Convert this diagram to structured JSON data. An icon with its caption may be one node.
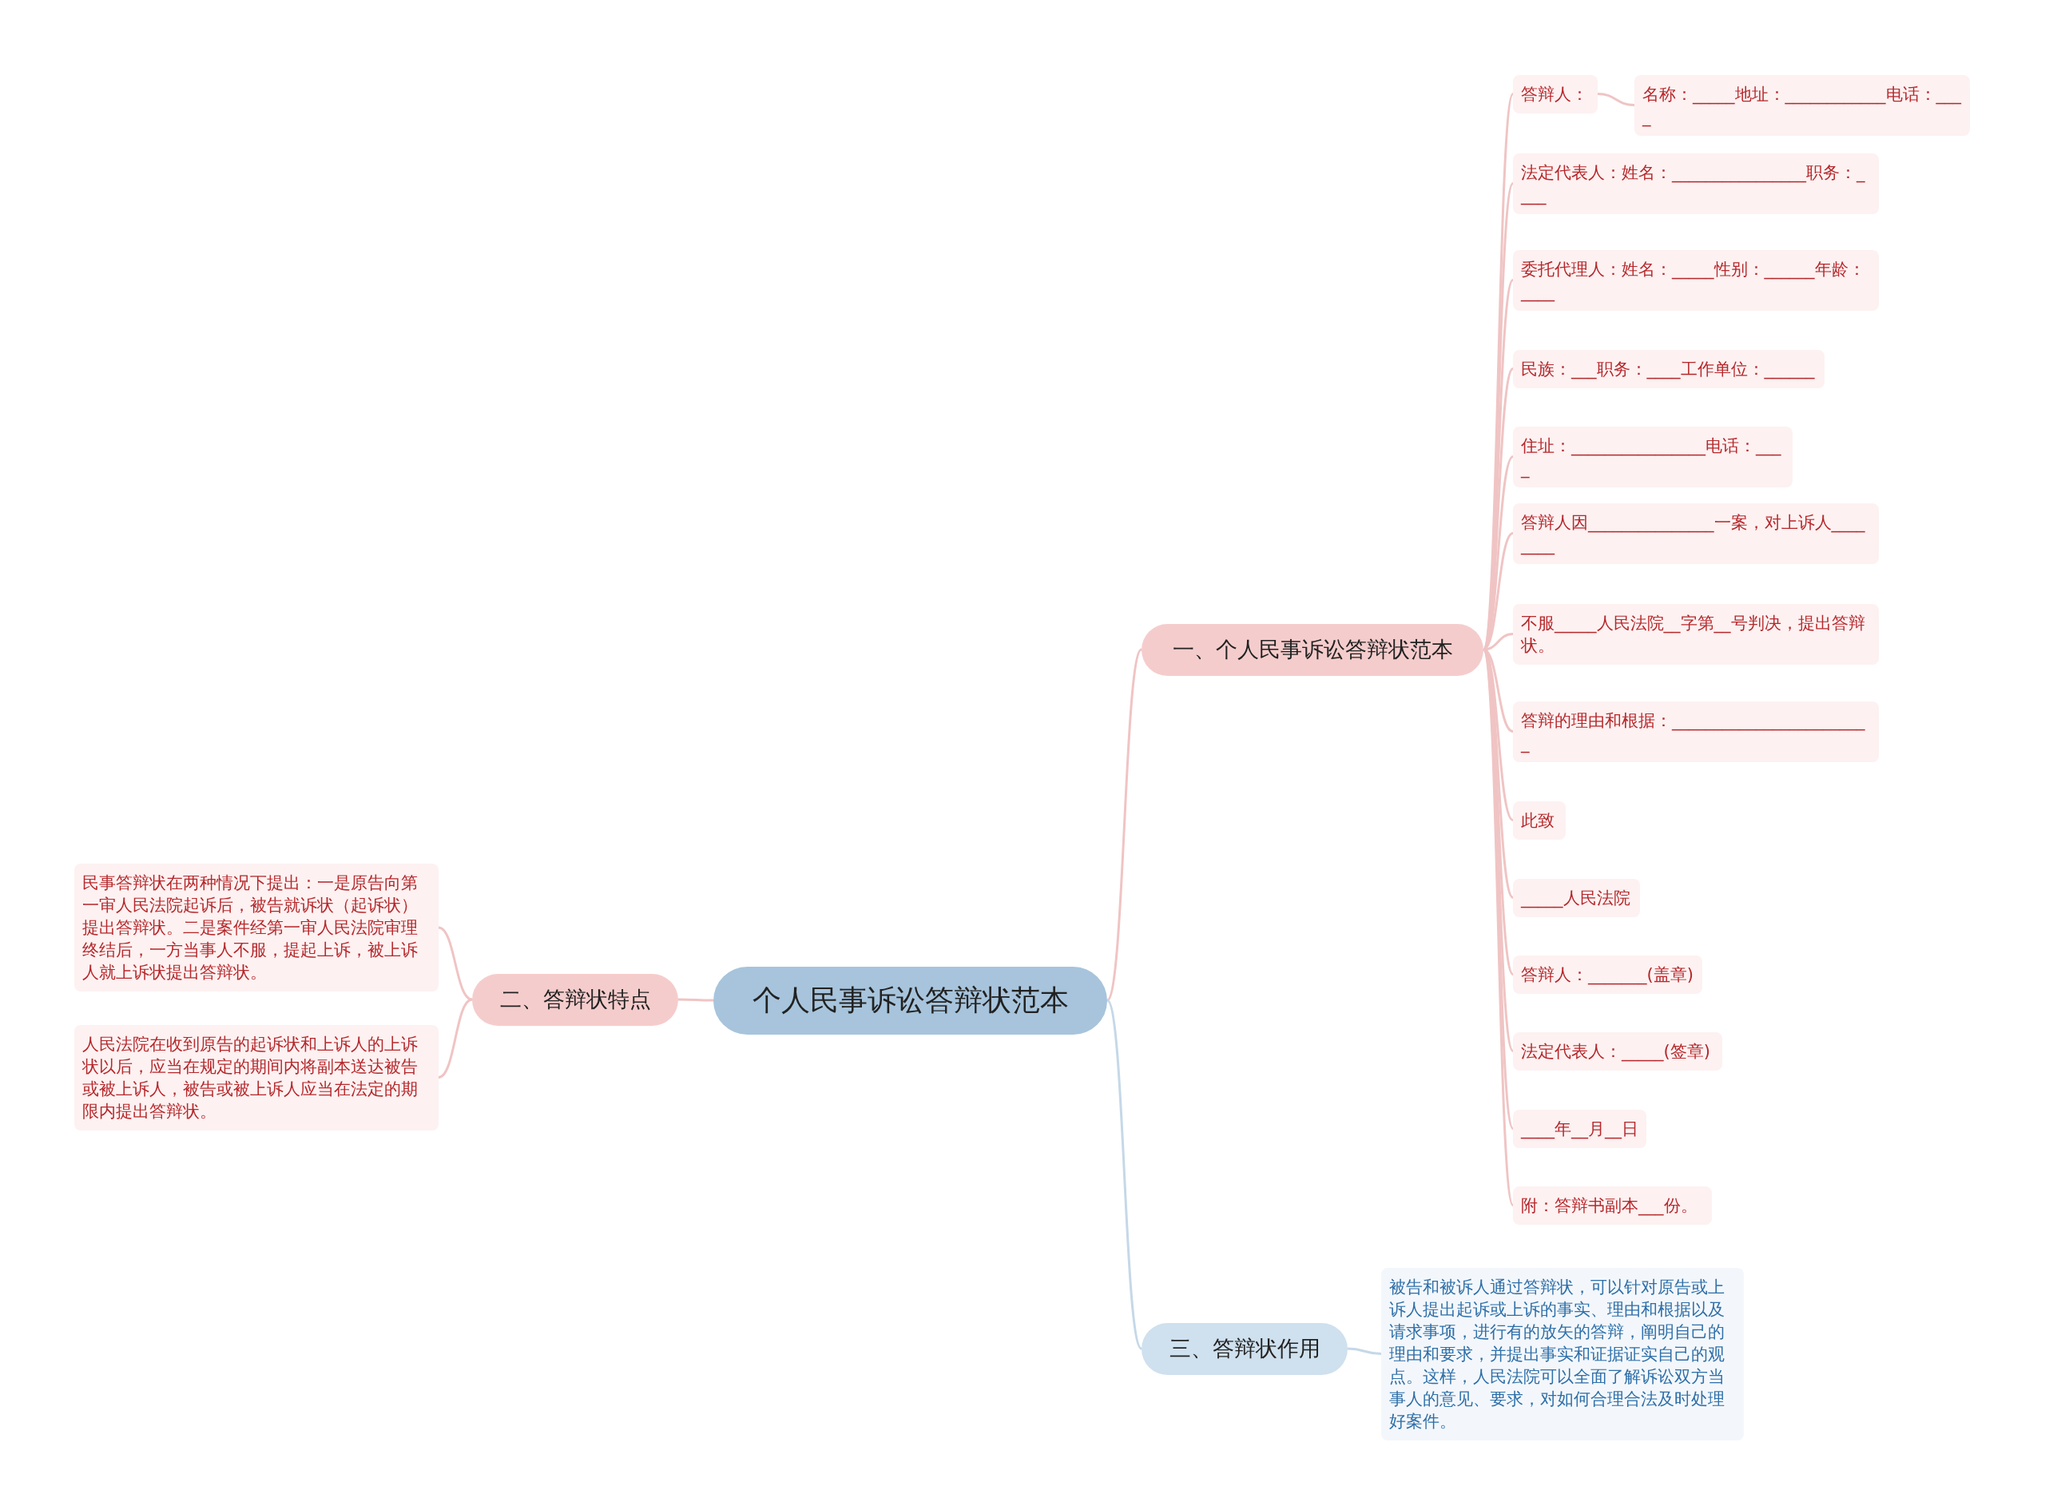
{
  "diagram": {
    "nodes": [
      {
        "text": [
          "个人民事诉讼答辩状范本"
        ]
      },
      {
        "text": [
          "一、个人民事诉讼答辩状范本"
        ]
      },
      {
        "text": [
          "答辩人："
        ]
      },
      {
        "text": [
          "名称：_____地址：____________电话：____"
        ]
      },
      {
        "text": [
          "法定代表人：姓名：________________职务：____"
        ]
      },
      {
        "text": [
          "委托代理人：姓名：_____性别：______年龄：____"
        ]
      },
      {
        "text": [
          "民族：___职务：____工作单位：______"
        ]
      },
      {
        "text": [
          "住址：________________电话：____"
        ]
      },
      {
        "text": [
          "答辩人因_______________一案，对上诉人________"
        ]
      },
      {
        "text": [
          "不服_____人民法院__字第__号判决，提出答辩状。"
        ]
      },
      {
        "text": [
          "答辩的理由和根据：________________________"
        ]
      },
      {
        "text": [
          "此致"
        ]
      },
      {
        "text": [
          "_____人民法院"
        ]
      },
      {
        "text": [
          "答辩人：_______(盖章)"
        ]
      },
      {
        "text": [
          "法定代表人：_____(签章)"
        ]
      },
      {
        "text": [
          "____年__月__日"
        ]
      },
      {
        "text": [
          "附：答辩书副本___份。"
        ]
      },
      {
        "text": [
          "二、答辩状特点"
        ]
      },
      {
        "text": [
          "民事答辩状在两种情况下提出：一是原告向第一审人民法院起诉后，被告就诉状（起诉状）提出答辩状。二是案件经第一审人民法院审理终结后，一方当事人不服，提起上诉，被上诉人就上诉状提出答辩状。"
        ]
      },
      {
        "text": [
          "人民法院在收到原告的起诉状和上诉人的上诉状以后，应当在规定的期间内将副本送达被告或被上诉人，被告或被上诉人应当在法定的期限内提出答辩状。"
        ]
      },
      {
        "text": [
          "三、答辩状作用"
        ]
      },
      {
        "text": [
          "被告和被诉人通过答辩状，可以针对原告或上诉人提出起诉或上诉的事实、理由和根据以及请求事项，进行有的放矢的答辩，阐明自己的理由和要求，并提出事实和证据证实自己的观点。这样，人民法院可以全面了解诉讼双方当事人的意见、要求，对如何合理合法及时处理好案件。"
        ]
      }
    ],
    "edges": [
      {
        "from": 0,
        "to": 1,
        "arrow": "none"
      },
      {
        "from": 1,
        "to": 2,
        "arrow": "none"
      },
      {
        "from": 2,
        "to": 3,
        "arrow": "none"
      },
      {
        "from": 1,
        "to": 4,
        "arrow": "none"
      },
      {
        "from": 1,
        "to": 5,
        "arrow": "none"
      },
      {
        "from": 1,
        "to": 6,
        "arrow": "none"
      },
      {
        "from": 1,
        "to": 7,
        "arrow": "none"
      },
      {
        "from": 1,
        "to": 8,
        "arrow": "none"
      },
      {
        "from": 1,
        "to": 9,
        "arrow": "none"
      },
      {
        "from": 1,
        "to": 10,
        "arrow": "none"
      },
      {
        "from": 1,
        "to": 11,
        "arrow": "none"
      },
      {
        "from": 1,
        "to": 12,
        "arrow": "none"
      },
      {
        "from": 1,
        "to": 13,
        "arrow": "none"
      },
      {
        "from": 1,
        "to": 14,
        "arrow": "none"
      },
      {
        "from": 1,
        "to": 15,
        "arrow": "none"
      },
      {
        "from": 1,
        "to": 16,
        "arrow": "none"
      },
      {
        "from": 0,
        "to": 17,
        "arrow": "none"
      },
      {
        "from": 17,
        "to": 18,
        "arrow": "none"
      },
      {
        "from": 17,
        "to": 19,
        "arrow": "none"
      },
      {
        "from": 0,
        "to": 20,
        "arrow": "none",
        "color": "#c5d8e8"
      },
      {
        "from": 20,
        "to": 21,
        "arrow": "none",
        "color": "#c5d8e8"
      }
    ]
  }
}
